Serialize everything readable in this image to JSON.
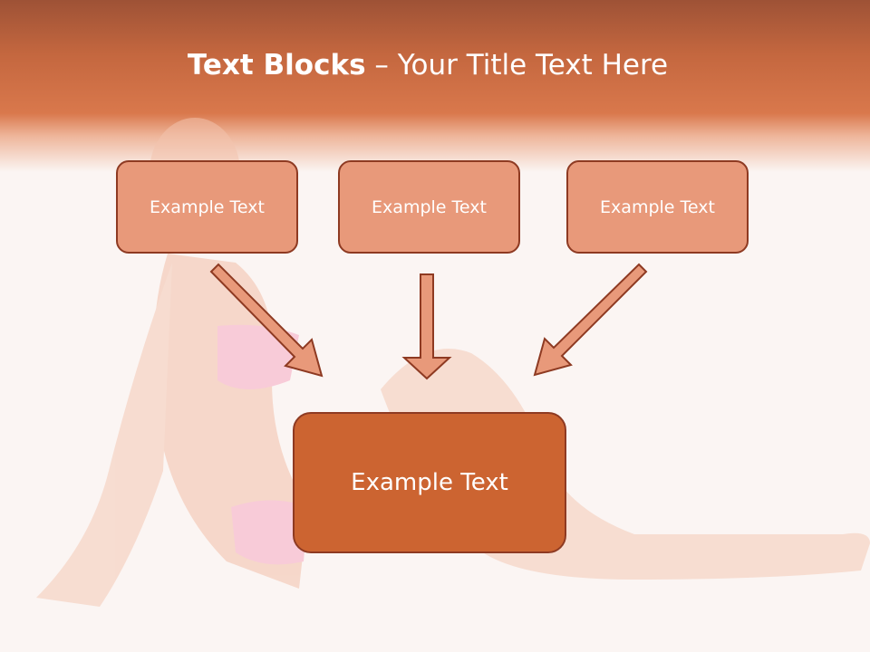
{
  "slide": {
    "title_bold": "Text Blocks",
    "title_rest": " – Your Title Text Here"
  },
  "blocks": [
    {
      "label": "Example Text"
    },
    {
      "label": "Example Text"
    },
    {
      "label": "Example Text"
    }
  ],
  "main_block": {
    "label": "Example Text"
  },
  "colors": {
    "header": "#d9784c",
    "block_fill": "#e8997a",
    "block_border": "#8e3a22",
    "main_fill": "#cc6431"
  }
}
